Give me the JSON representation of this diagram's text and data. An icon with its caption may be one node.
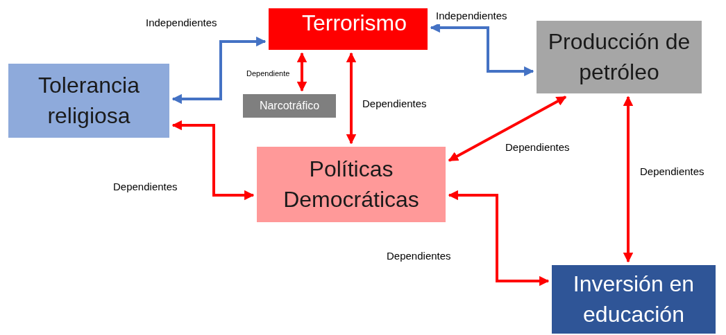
{
  "diagram": {
    "nodes": [
      {
        "text": [
          "Terrorismo"
        ]
      },
      {
        "text": [
          "Producción de petróleo"
        ]
      },
      {
        "text": [
          "Tolerancia religiosa"
        ]
      },
      {
        "text": [
          "Narcotráfico"
        ]
      },
      {
        "text": [
          "Políticas Democráticas"
        ]
      },
      {
        "text": [
          "Inversión en educación"
        ]
      }
    ],
    "edges": [
      {
        "from": 0,
        "to": 2,
        "arrow": "both",
        "label": "Independientes",
        "color": "#4472c4"
      },
      {
        "from": 0,
        "to": 1,
        "arrow": "both",
        "label": "Independientes",
        "color": "#4472c4"
      },
      {
        "from": 0,
        "to": 3,
        "arrow": "both",
        "label": "Dependiente"
      },
      {
        "from": 0,
        "to": 4,
        "arrow": "both",
        "label": "Dependientes"
      },
      {
        "from": 2,
        "to": 4,
        "arrow": "both",
        "label": "Dependientes"
      },
      {
        "from": 1,
        "to": 4,
        "arrow": "both",
        "label": "Dependientes"
      },
      {
        "from": 1,
        "to": 5,
        "arrow": "both",
        "label": "Dependientes"
      },
      {
        "from": 4,
        "to": 5,
        "arrow": "both",
        "label": "Dependientes"
      }
    ]
  }
}
